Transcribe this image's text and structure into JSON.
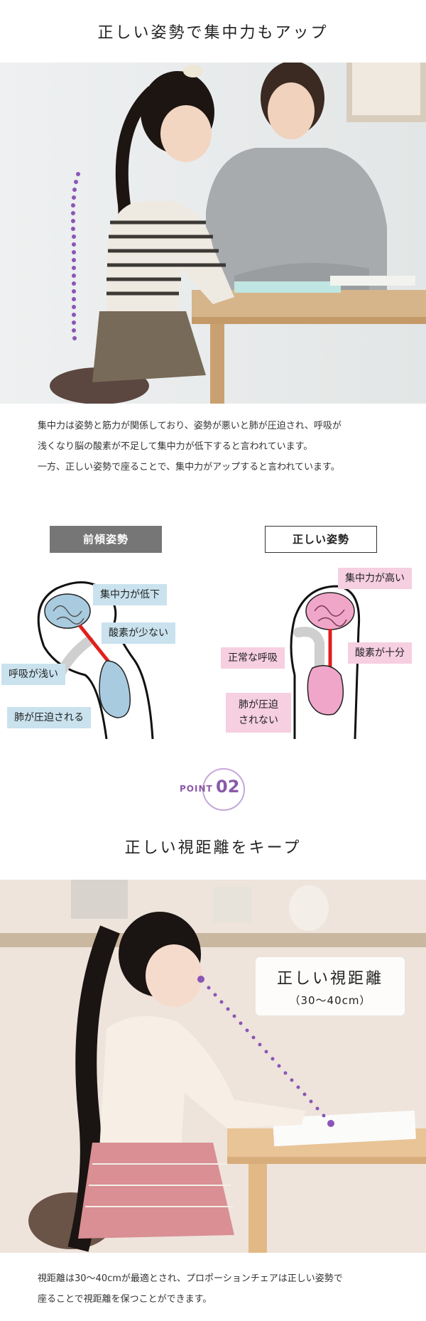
{
  "section1": {
    "title": "正しい姿勢で集中力もアップ",
    "body_lines": [
      "集中力は姿勢と筋力が関係しており、姿勢が悪いと肺が圧迫され、呼吸が",
      "浅くなり脳の酸素が不足して集中力が低下すると言われています。",
      "一方、正しい姿勢で座ることで、集中力がアップすると言われています。"
    ]
  },
  "comparison": {
    "bad": {
      "label": "前傾姿勢",
      "tags": [
        "集中力が低下",
        "酸素が少ない",
        "呼吸が浅い",
        "肺が圧迫される"
      ]
    },
    "good": {
      "label": "正しい姿勢",
      "tags": [
        "集中力が高い",
        "正常な呼吸",
        "酸素が十分"
      ],
      "tag_multiline": [
        "肺が圧迫",
        "されない"
      ]
    },
    "colors": {
      "bad_organ": "#a9cbe0",
      "good_organ": "#f0a6c8",
      "airway_red": "#e0201b"
    }
  },
  "point": {
    "word": "POINT",
    "number": "02",
    "accent": "#8a5aa8"
  },
  "section2": {
    "title": "正しい視距離をキープ",
    "overlay_title": "正しい視距離",
    "overlay_sub": "（30〜40cm）",
    "body_lines": [
      "視距離は30〜40cmが最適とされ、プロポーションチェアは正しい姿勢で",
      "座ることで視距離を保つことができます。"
    ]
  }
}
